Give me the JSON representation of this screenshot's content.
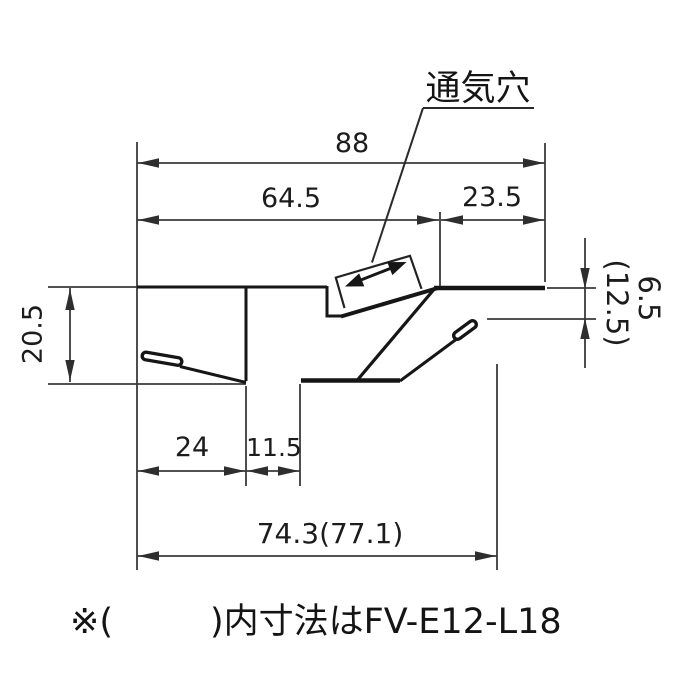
{
  "drawing": {
    "background": "#ffffff",
    "dim_line_color": "#3a3a3a",
    "profile_color": "#161616",
    "text_color": "#1c1c1c",
    "vent_label": "通気穴",
    "dims": {
      "overall_width": "88",
      "upper_left_width": "64.5",
      "upper_right_width": "23.5",
      "left_height": "20.5",
      "bottom_first": "24",
      "bottom_second": "11.5",
      "bottom_overall": "74.3(77.1)",
      "right_gap": "6.5",
      "right_gap_alt": "(12.5)"
    },
    "note": {
      "prefix": "※(",
      "suffix": ")内寸法はFV-E12-L18"
    }
  }
}
